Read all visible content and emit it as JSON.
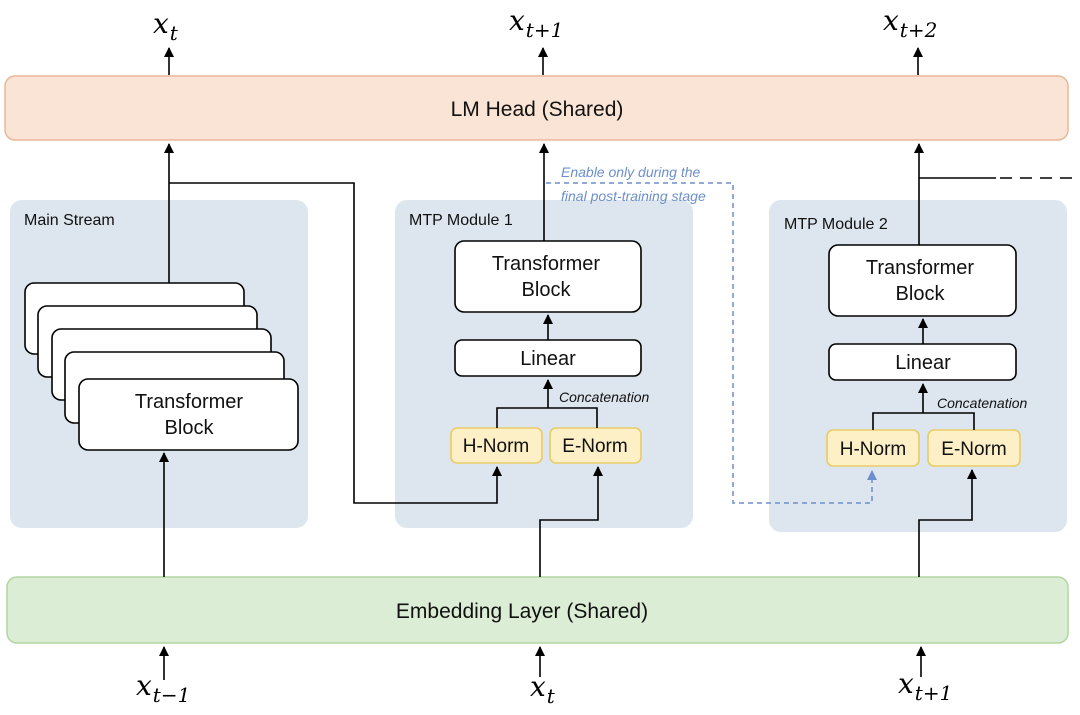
{
  "lm_head": {
    "label": "LM Head (Shared)"
  },
  "embedding": {
    "label": "Embedding Layer (Shared)"
  },
  "main_stream": {
    "title": "Main Stream",
    "block_label_1": "Transformer",
    "block_label_2": "Block"
  },
  "mtp1": {
    "title": "MTP Module 1",
    "block_label_1": "Transformer",
    "block_label_2": "Block",
    "linear_label": "Linear",
    "concat_label": "Concatenation",
    "hnorm_label": "H-Norm",
    "enorm_label": "E-Norm"
  },
  "mtp2": {
    "title": "MTP Module 2",
    "block_label_1": "Transformer",
    "block_label_2": "Block",
    "linear_label": "Linear",
    "concat_label": "Concatenation",
    "hnorm_label": "H-Norm",
    "enorm_label": "E-Norm"
  },
  "annotation": {
    "line1": "Enable only during the",
    "line2": "final post-training stage"
  },
  "outputs": {
    "o1": {
      "base": "x",
      "sub": "t"
    },
    "o2": {
      "base": "x",
      "sub": "t+1"
    },
    "o3": {
      "base": "x",
      "sub": "t+2"
    }
  },
  "inputs": {
    "i1": {
      "base": "x",
      "sub": "t−1"
    },
    "i2": {
      "base": "x",
      "sub": "t"
    },
    "i3": {
      "base": "x",
      "sub": "t+1"
    }
  },
  "colors": {
    "lm_head_fill": "#fae4d6",
    "lm_head_stroke": "#e8b898",
    "embedding_fill": "#dcedd5",
    "embedding_stroke": "#b2d6a2",
    "panel_fill": "#dde6ef",
    "norm_fill": "#fdefc6",
    "norm_stroke": "#eacb66",
    "annotation": "#6c8fcc"
  }
}
